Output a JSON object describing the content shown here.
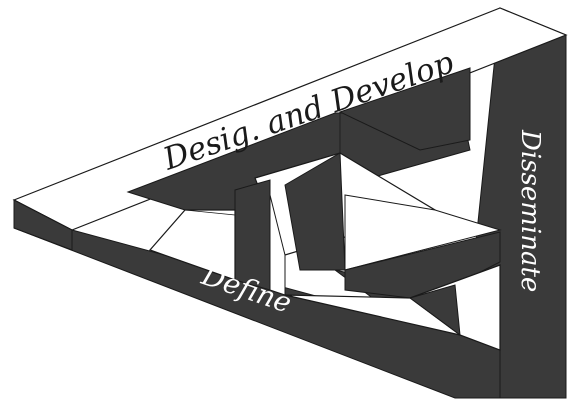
{
  "diagram": {
    "labels": {
      "top": "Desig.   and Develop",
      "right": "Disseminate",
      "bottom": "Define"
    },
    "colors": {
      "background": "#ffffff",
      "dark_face": "#3a3a3a",
      "light_face": "#ffffff",
      "outline": "#1a1a1a",
      "light_text": "#ffffff",
      "dark_text": "#1a1a1a"
    }
  }
}
